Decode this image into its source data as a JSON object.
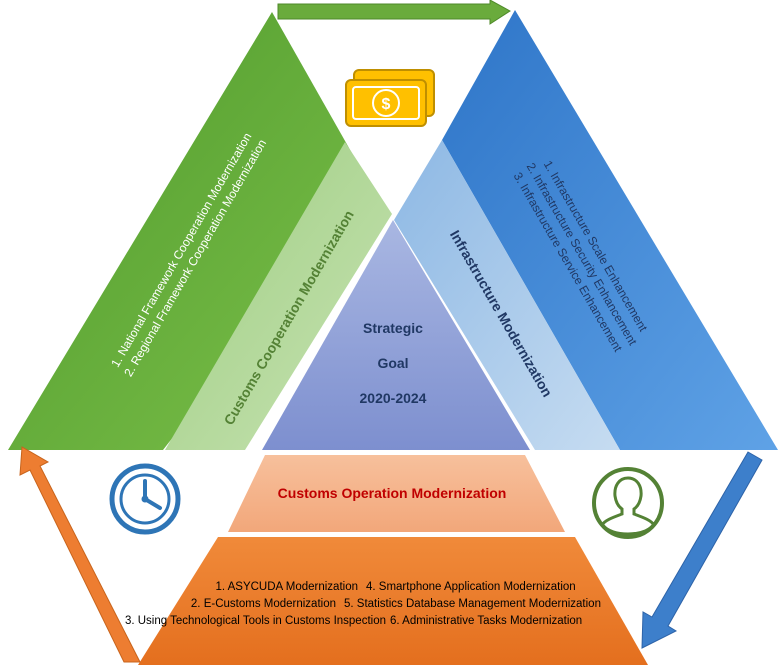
{
  "center": {
    "line1": "Strategic",
    "line2": "Goal",
    "line3": "2020-2024"
  },
  "customs_cooperation": {
    "title": "Customs Cooperation Modernization",
    "items": [
      "1. National Framework Cooperation Modernization",
      "2. Regional Framework Cooperation Modernization"
    ]
  },
  "infrastructure": {
    "title": "Infrastructure Modernization",
    "items": [
      "1. Infrastructure Scale Enhancement",
      "2. Infrastructure Security Enhancement",
      "3. Infrastructure Service Enhancement"
    ]
  },
  "customs_operation": {
    "title": "Customs Operation Modernization",
    "rows": [
      [
        "1. ASYCUDA Modernization",
        "4. Smartphone Application Modernization"
      ],
      [
        "2. E-Customs Modernization",
        "5. Statistics Database Management Modernization"
      ],
      [
        "3. Using Technological Tools in Customs Inspection",
        "6. Administrative Tasks Modernization"
      ]
    ]
  },
  "icons": {
    "top": "money-icon",
    "left": "clock-icon",
    "right": "user-icon"
  },
  "colors": {
    "green": "#6aab3c",
    "light_green": "#a9d18e",
    "blue": "#3d7fcb",
    "light_blue": "#9cc3e6",
    "center": "#8e9fd4",
    "orange": "#ed7d31",
    "light_orange": "#f4b183",
    "title_red": "#c00000",
    "dark_blue_text": "#203864",
    "green_text": "#548235"
  }
}
